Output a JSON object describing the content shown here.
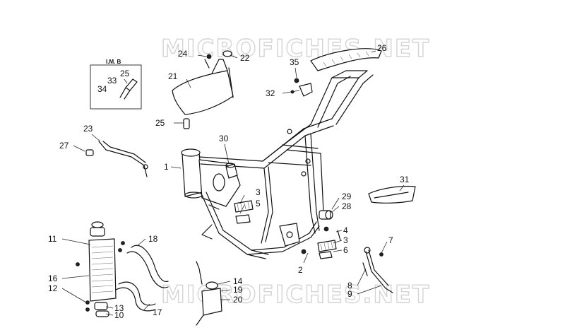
{
  "watermark": "MICROFICHES.NET",
  "inset_label": "I.M. B",
  "callouts": [
    {
      "id": "c1",
      "text": "1"
    },
    {
      "id": "c2",
      "text": "2"
    },
    {
      "id": "c3a",
      "text": "3"
    },
    {
      "id": "c3b",
      "text": "3"
    },
    {
      "id": "c4",
      "text": "4"
    },
    {
      "id": "c5",
      "text": "5"
    },
    {
      "id": "c6",
      "text": "6"
    },
    {
      "id": "c7",
      "text": "7"
    },
    {
      "id": "c8",
      "text": "8"
    },
    {
      "id": "c9",
      "text": "9"
    },
    {
      "id": "c10",
      "text": "10"
    },
    {
      "id": "c11",
      "text": "11"
    },
    {
      "id": "c12",
      "text": "12"
    },
    {
      "id": "c13",
      "text": "13"
    },
    {
      "id": "c14",
      "text": "14"
    },
    {
      "id": "c16",
      "text": "16"
    },
    {
      "id": "c17",
      "text": "17"
    },
    {
      "id": "c18",
      "text": "18"
    },
    {
      "id": "c19",
      "text": "19"
    },
    {
      "id": "c20",
      "text": "20"
    },
    {
      "id": "c21",
      "text": "21"
    },
    {
      "id": "c22",
      "text": "22"
    },
    {
      "id": "c23",
      "text": "23"
    },
    {
      "id": "c24",
      "text": "24"
    },
    {
      "id": "c25a",
      "text": "25"
    },
    {
      "id": "c25b",
      "text": "25"
    },
    {
      "id": "c26",
      "text": "26"
    },
    {
      "id": "c27",
      "text": "27"
    },
    {
      "id": "c28",
      "text": "28"
    },
    {
      "id": "c29",
      "text": "29"
    },
    {
      "id": "c30",
      "text": "30"
    },
    {
      "id": "c31",
      "text": "31"
    },
    {
      "id": "c32",
      "text": "32"
    },
    {
      "id": "c33",
      "text": "33"
    },
    {
      "id": "c34",
      "text": "34"
    },
    {
      "id": "c35",
      "text": "35"
    }
  ]
}
